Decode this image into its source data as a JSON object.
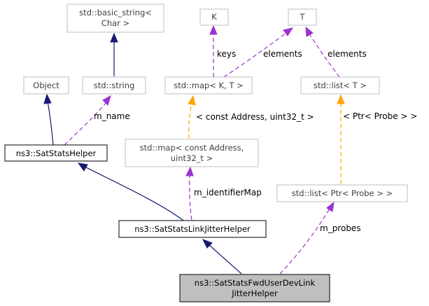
{
  "nodes": {
    "basic_string": [
      "std::basic_string<",
      "Char >"
    ],
    "k": "K",
    "t": "T",
    "object": "Object",
    "std_string": "std::string",
    "map_k_t": "std::map< K, T >",
    "list_t": "std::list< T >",
    "sat_stats_helper": "ns3::SatStatsHelper",
    "map_address": [
      "std::map< const Address,",
      "uint32_t >"
    ],
    "list_probe": "std::list< Ptr< Probe > >",
    "link_jitter_helper": "ns3::SatStatsLinkJitterHelper",
    "fwd_user_dev": [
      "ns3::SatStatsFwdUserDevLink",
      "JitterHelper"
    ]
  },
  "edge_labels": {
    "keys": "keys",
    "elements_map": "elements",
    "elements_list": "elements",
    "m_name": "m_name",
    "map_template": "< const Address, uint32_t >",
    "list_template": "< Ptr< Probe > >",
    "m_identifierMap": "m_identifierMap",
    "m_probes": "m_probes"
  },
  "colors": {
    "inheritance": "#191970",
    "usage": "#9a32cd",
    "template_instance": "#ffa500",
    "focus_fill": "#bfbfbf"
  }
}
